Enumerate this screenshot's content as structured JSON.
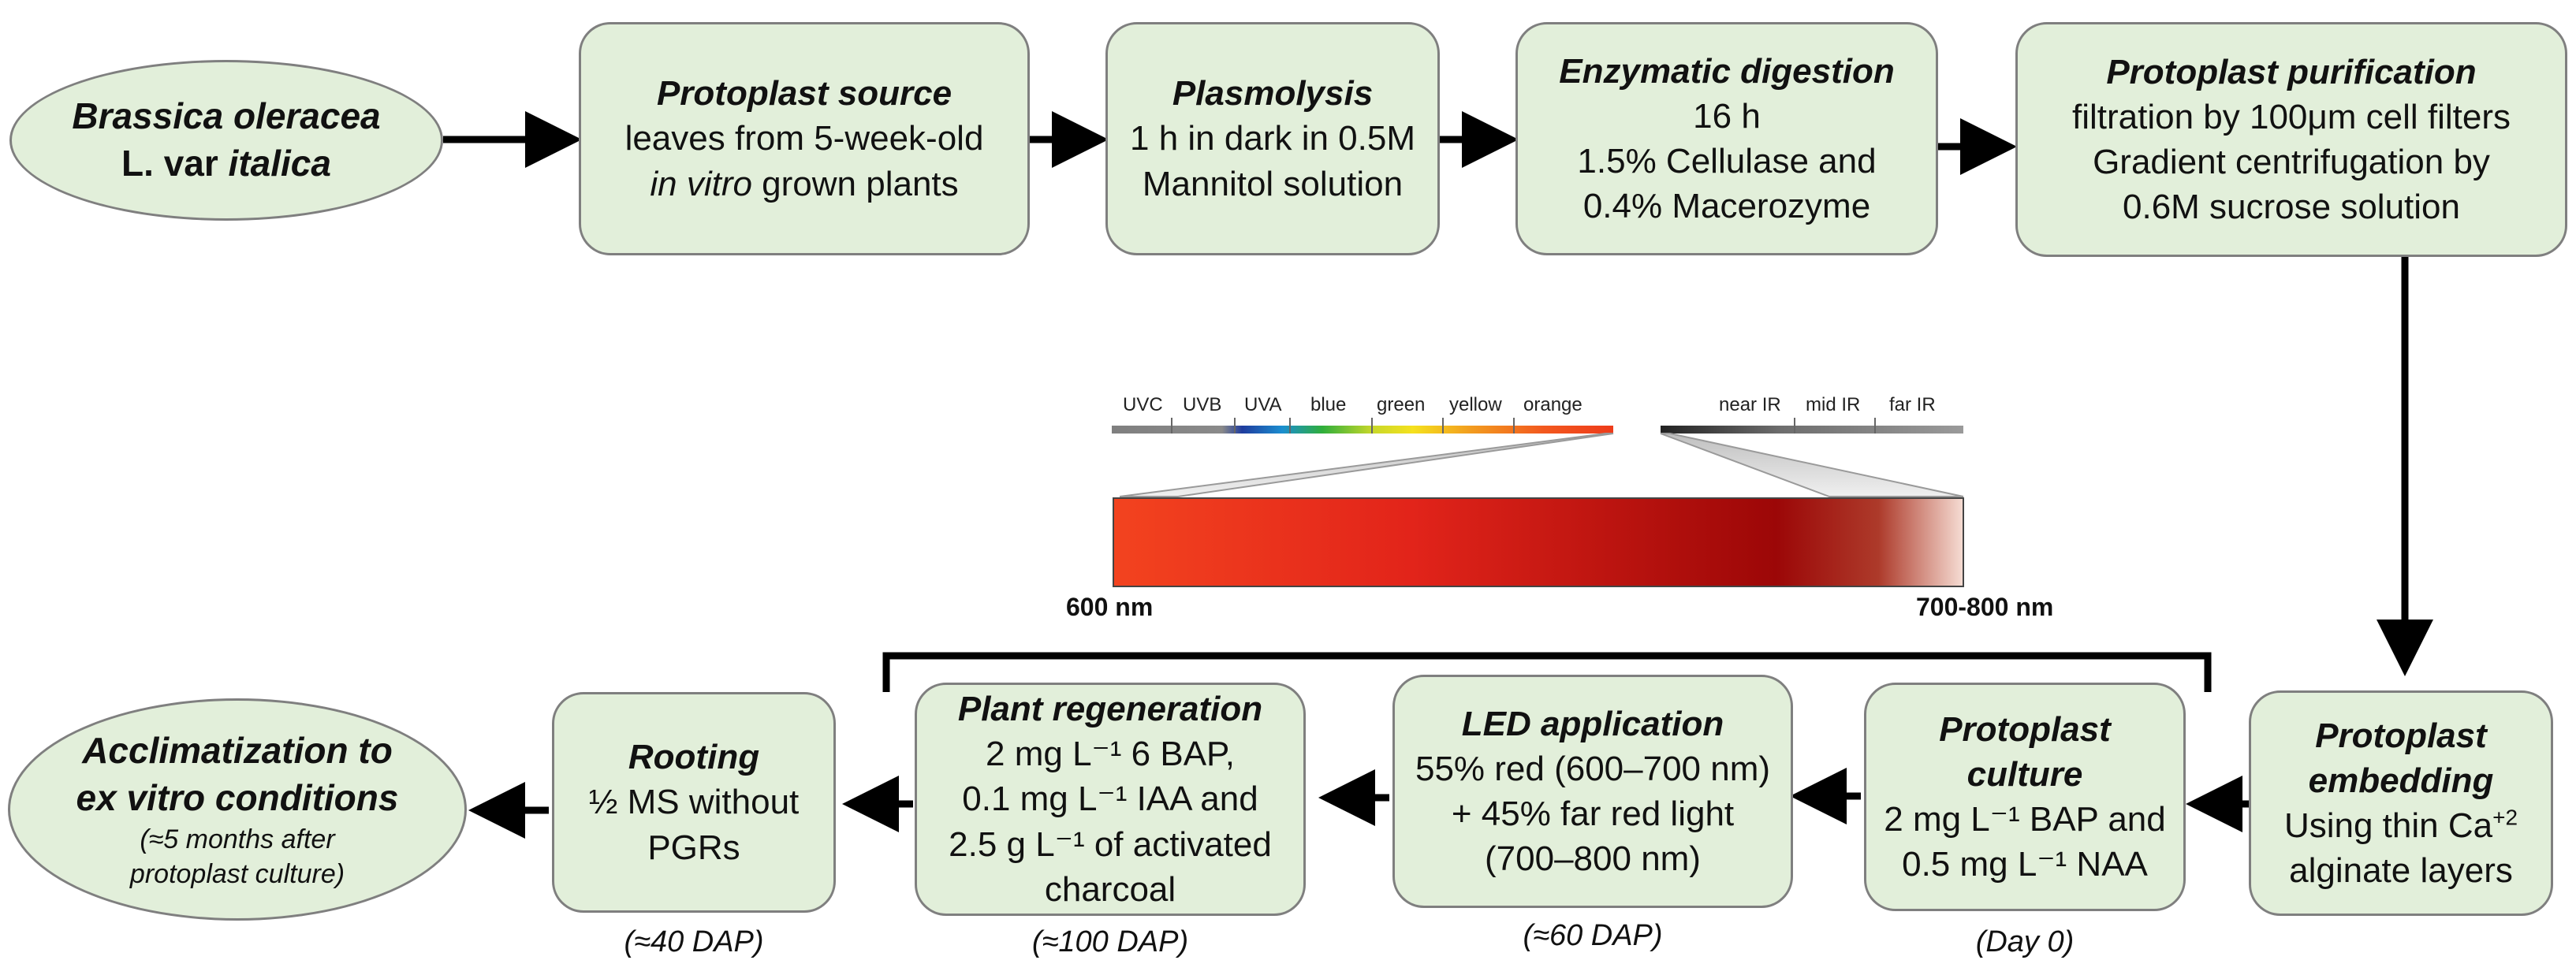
{
  "source": {
    "line1": "Brassica oleracea",
    "line2_pre": "L. var ",
    "line2_em": "italica"
  },
  "protoplast_source": {
    "title": "Protoplast source",
    "line1": "leaves from 5-week-old",
    "line2_em": "in vitro",
    "line2_post": " grown plants"
  },
  "plasmolysis": {
    "title": "Plasmolysis",
    "line1": "1 h in dark in 0.5M",
    "line2": "Mannitol solution"
  },
  "enzymatic": {
    "title": "Enzymatic digestion",
    "line1": "16 h",
    "line2": "1.5% Cellulase and",
    "line3": "0.4% Macerozyme"
  },
  "purification": {
    "title": "Protoplast purification",
    "line1": "filtration by 100μm cell filters",
    "line2": "Gradient centrifugation by",
    "line3": "0.6M sucrose solution"
  },
  "embedding": {
    "title1": "Protoplast",
    "title2": "embedding",
    "line1_pre": "Using thin Ca",
    "line1_sup": "+2",
    "line2": "alginate layers"
  },
  "culture": {
    "title1": "Protoplast",
    "title2": "culture",
    "line1": "2 mg L⁻¹ BAP and",
    "line2": "0.5 mg L⁻¹ NAA",
    "note": "(Day 0)"
  },
  "led": {
    "title": "LED application",
    "line1": "55% red (600–700 nm)",
    "line2": "+ 45% far red light",
    "line3": "(700–800 nm)",
    "note": "(≈60 DAP)"
  },
  "regeneration": {
    "title": "Plant regeneration",
    "line1": "2 mg L⁻¹ 6 BAP,",
    "line2": "0.1 mg L⁻¹ IAA and",
    "line3": "2.5 g L⁻¹ of activated",
    "line4": "charcoal",
    "note": "(≈100 DAP)"
  },
  "rooting": {
    "title": "Rooting",
    "line1": "½ MS without",
    "line2": "PGRs",
    "note": "(≈40 DAP)"
  },
  "acclimatization": {
    "title1": "Acclimatization to",
    "title2": "ex vitro conditions",
    "note1": "(≈5 months after",
    "note2": "protoplast culture)"
  },
  "spectrum": {
    "bands_left": [
      "UVC",
      "UVB",
      "UVA",
      "blue",
      "green",
      "yellow",
      "orange"
    ],
    "bands_right": [
      "near IR",
      "mid IR",
      "far IR"
    ],
    "label_start": "600 nm",
    "label_end": "700-800 nm"
  },
  "colors": {
    "box_fill": "#e2efda",
    "box_border": "#7f7f7f",
    "arrow": "#000000"
  }
}
